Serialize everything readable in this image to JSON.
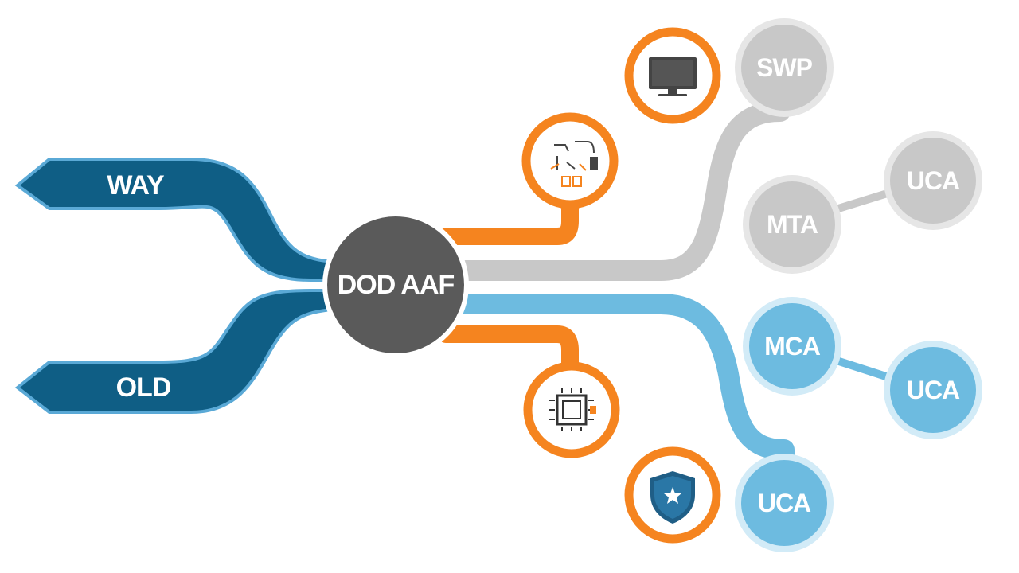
{
  "colors": {
    "dark_blue": "#0f5e85",
    "dark_blue_outline": "#5aa9d6",
    "light_blue": "#6dbbe0",
    "light_blue_outline": "#d2ebf7",
    "gray": "#c8c8c8",
    "gray_outline": "#e6e6e6",
    "orange": "#f5841f",
    "hub": "#5a5a5a",
    "node_text_gray": "#ffffff",
    "node_text_blue": "#ffffff"
  },
  "hub": {
    "label": "DOD AAF"
  },
  "inputs": [
    {
      "id": "way",
      "label": "WAY"
    },
    {
      "id": "old",
      "label": "OLD"
    }
  ],
  "gray_nodes": [
    {
      "id": "swp",
      "label": "SWP"
    },
    {
      "id": "mta",
      "label": "MTA"
    },
    {
      "id": "uca_top",
      "label": "UCA"
    }
  ],
  "blue_nodes": [
    {
      "id": "mca",
      "label": "MCA"
    },
    {
      "id": "uca_mid",
      "label": "UCA"
    },
    {
      "id": "uca_bottom",
      "label": "UCA"
    }
  ],
  "icon_nodes": [
    {
      "id": "monitor",
      "icon": "monitor-icon"
    },
    {
      "id": "wiring",
      "icon": "circuit-wiring-icon"
    },
    {
      "id": "chip",
      "icon": "microchip-icon"
    },
    {
      "id": "shield",
      "icon": "shield-icon"
    }
  ]
}
